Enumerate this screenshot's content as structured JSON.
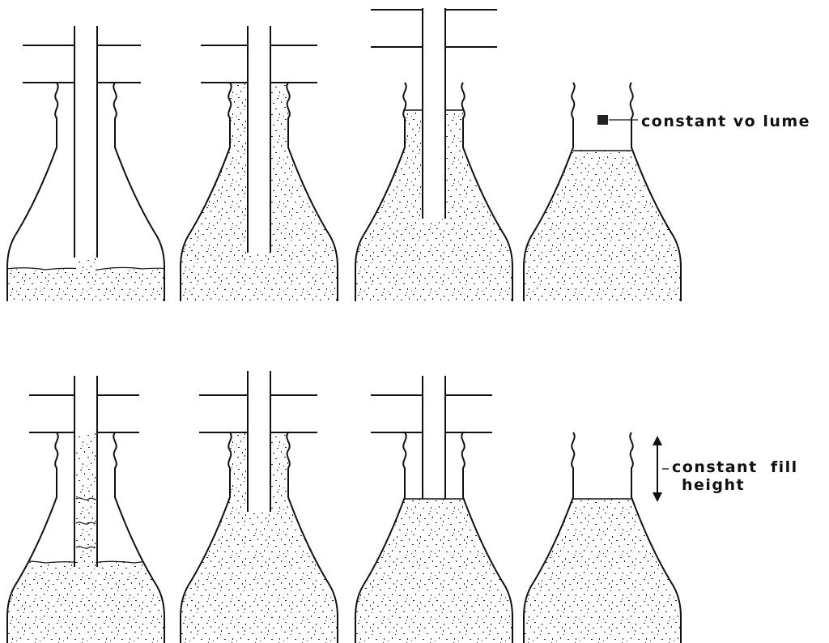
{
  "labels": {
    "constant_volume": "constant vo lume",
    "constant_fill_height_line1": "constant  fill",
    "constant_fill_height_line2": "height"
  },
  "colors": {
    "ink": "#111111",
    "background": "#ffffff"
  },
  "rows": [
    {
      "name": "constant-volume-row",
      "stages": [
        "tube-in-bottle-low-fill",
        "tube-in-bottle-filled-to-neck",
        "tube-raised-fill-in-neck",
        "tube-removed-final"
      ]
    },
    {
      "name": "constant-fill-height-row",
      "stages": [
        "tube-in-bottle-mid-fill",
        "tube-in-bottle-filled-to-neck",
        "tube-raised-fill-at-level",
        "tube-removed-final"
      ]
    }
  ]
}
